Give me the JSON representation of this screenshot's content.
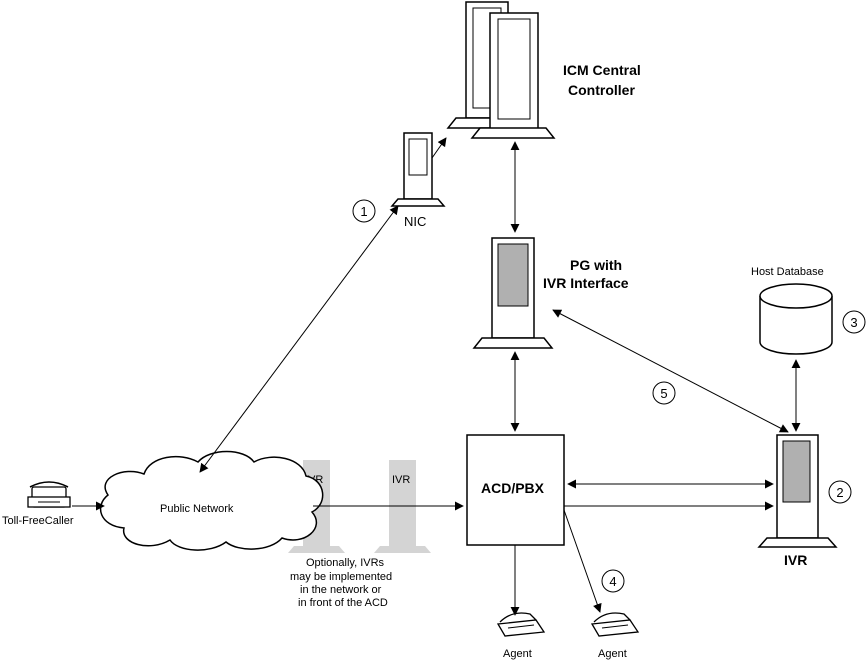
{
  "labels": {
    "icm_line1": "ICM Central",
    "icm_line2": "Controller",
    "nic": "NIC",
    "pg_line1": "PG with",
    "pg_line2": "IVR Interface",
    "host_database": "Host Database",
    "acd_pbx": "ACD/PBX",
    "ivr_main": "IVR",
    "ivr_network_1": "IVR",
    "ivr_network_2": "IVR",
    "public_network": "Public Network",
    "caller": "Toll-FreeCaller",
    "note_line1": "Optionally, IVRs",
    "note_line2": "may be implemented",
    "note_line3": "in the network or",
    "note_line4": "in front of the ACD",
    "agent_1": "Agent",
    "agent_2": "Agent"
  },
  "steps": [
    "1",
    "2",
    "3",
    "4",
    "5"
  ],
  "colors": {
    "line": "#000000",
    "screen": "#b0b0b0",
    "ivr_shape": "#d4d4d4",
    "background": "#ffffff"
  }
}
